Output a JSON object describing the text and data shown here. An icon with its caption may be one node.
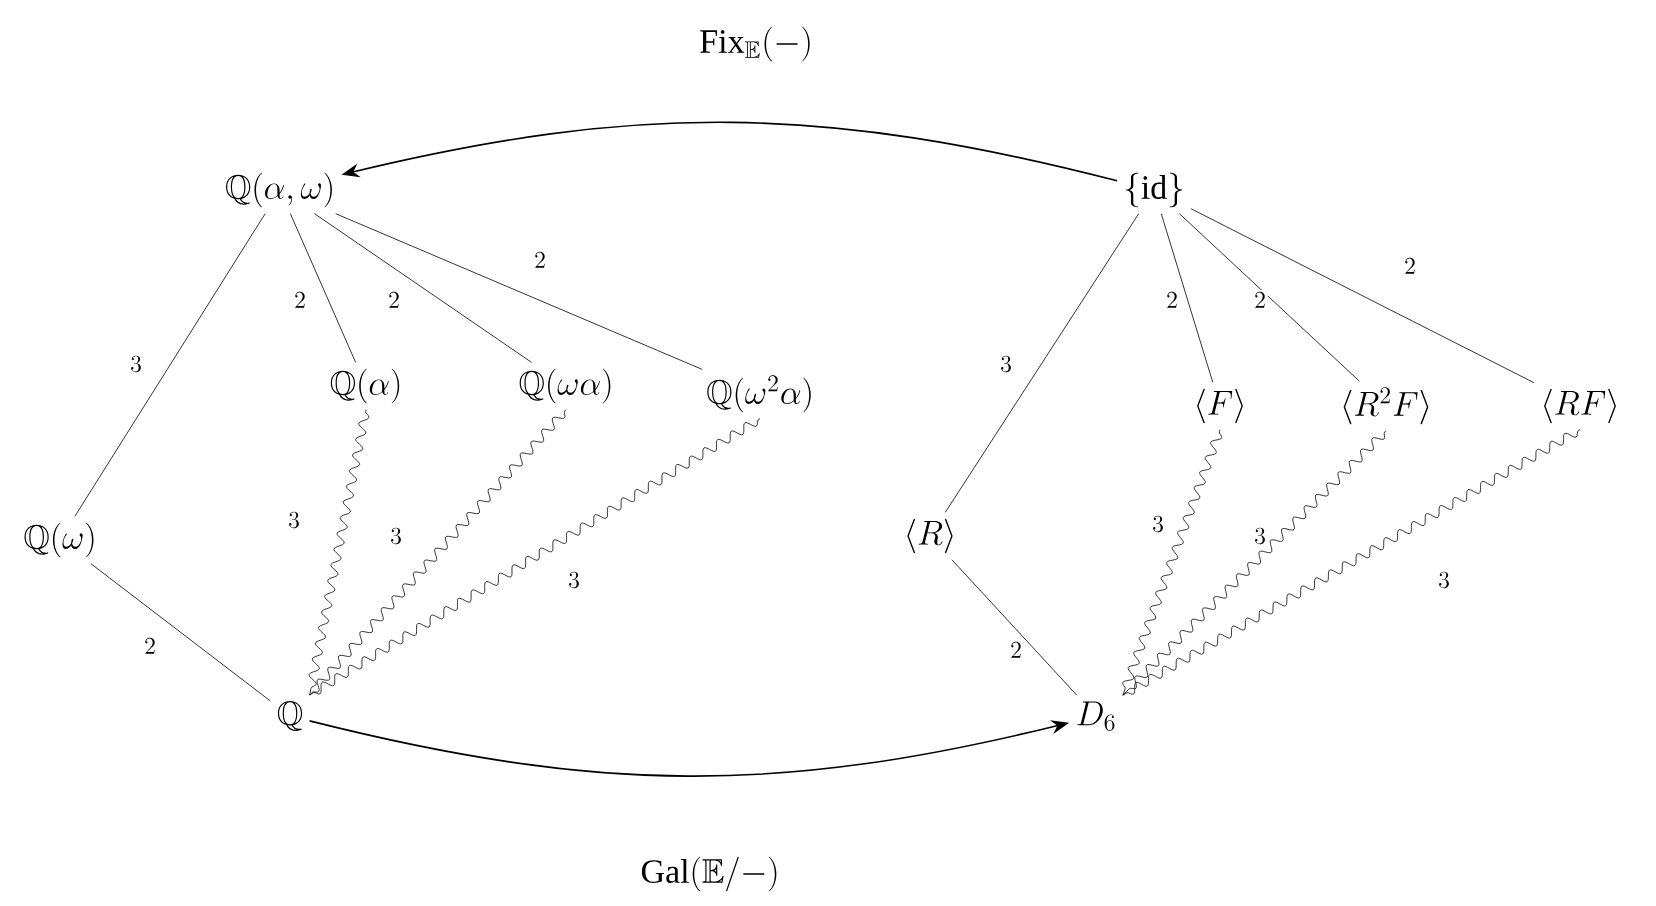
{
  "diagram": {
    "nodes": [
      {
        "text": [
          "\\mathbb{Q}(\\alpha,\\omega)"
        ]
      },
      {
        "text": [
          "\\mathbb{Q}(\\alpha)"
        ]
      },
      {
        "text": [
          "\\mathbb{Q}(\\omega\\alpha)"
        ]
      },
      {
        "text": [
          "\\mathbb{Q}(\\omega^2\\alpha)"
        ]
      },
      {
        "text": [
          "\\mathbb{Q}(\\omega)"
        ]
      },
      {
        "text": [
          "\\mathbb{Q}"
        ]
      },
      {
        "text": [
          "\\{\\mathrm{id}\\}"
        ]
      },
      {
        "text": [
          "\\langle F\\rangle"
        ]
      },
      {
        "text": [
          "\\langle R^2F\\rangle"
        ]
      },
      {
        "text": [
          "\\langle RF\\rangle"
        ]
      },
      {
        "text": [
          "\\langle R\\rangle"
        ]
      },
      {
        "text": [
          "D_6"
        ]
      }
    ],
    "edges": [
      {
        "from": 6,
        "to": 0,
        "arrow": "to",
        "label": "\\mathrm{Fix}_{\\mathbb{E}}(-)"
      },
      {
        "from": 5,
        "to": 11,
        "arrow": "to",
        "label": "\\mathrm{Gal}(\\mathbb{E}/-)"
      },
      {
        "from": 0,
        "to": 4,
        "arrow": "none",
        "label": "3"
      },
      {
        "from": 0,
        "to": 1,
        "arrow": "none",
        "label": "2"
      },
      {
        "from": 0,
        "to": 2,
        "arrow": "none",
        "label": "2"
      },
      {
        "from": 0,
        "to": 3,
        "arrow": "none",
        "label": "2"
      },
      {
        "from": 4,
        "to": 5,
        "arrow": "none",
        "label": "2"
      },
      {
        "from": 1,
        "to": 5,
        "arrow": "none",
        "label": "3"
      },
      {
        "from": 2,
        "to": 5,
        "arrow": "none",
        "label": "3"
      },
      {
        "from": 3,
        "to": 5,
        "arrow": "none",
        "label": "3"
      },
      {
        "from": 6,
        "to": 10,
        "arrow": "none",
        "label": "3"
      },
      {
        "from": 6,
        "to": 7,
        "arrow": "none",
        "label": "2"
      },
      {
        "from": 6,
        "to": 8,
        "arrow": "none",
        "label": "2"
      },
      {
        "from": 6,
        "to": 9,
        "arrow": "none",
        "label": "2"
      },
      {
        "from": 10,
        "to": 11,
        "arrow": "none",
        "label": "2"
      },
      {
        "from": 7,
        "to": 11,
        "arrow": "none",
        "label": "3"
      },
      {
        "from": 8,
        "to": 11,
        "arrow": "none",
        "label": "3"
      },
      {
        "from": 9,
        "to": 11,
        "arrow": "none",
        "label": "3"
      }
    ]
  }
}
